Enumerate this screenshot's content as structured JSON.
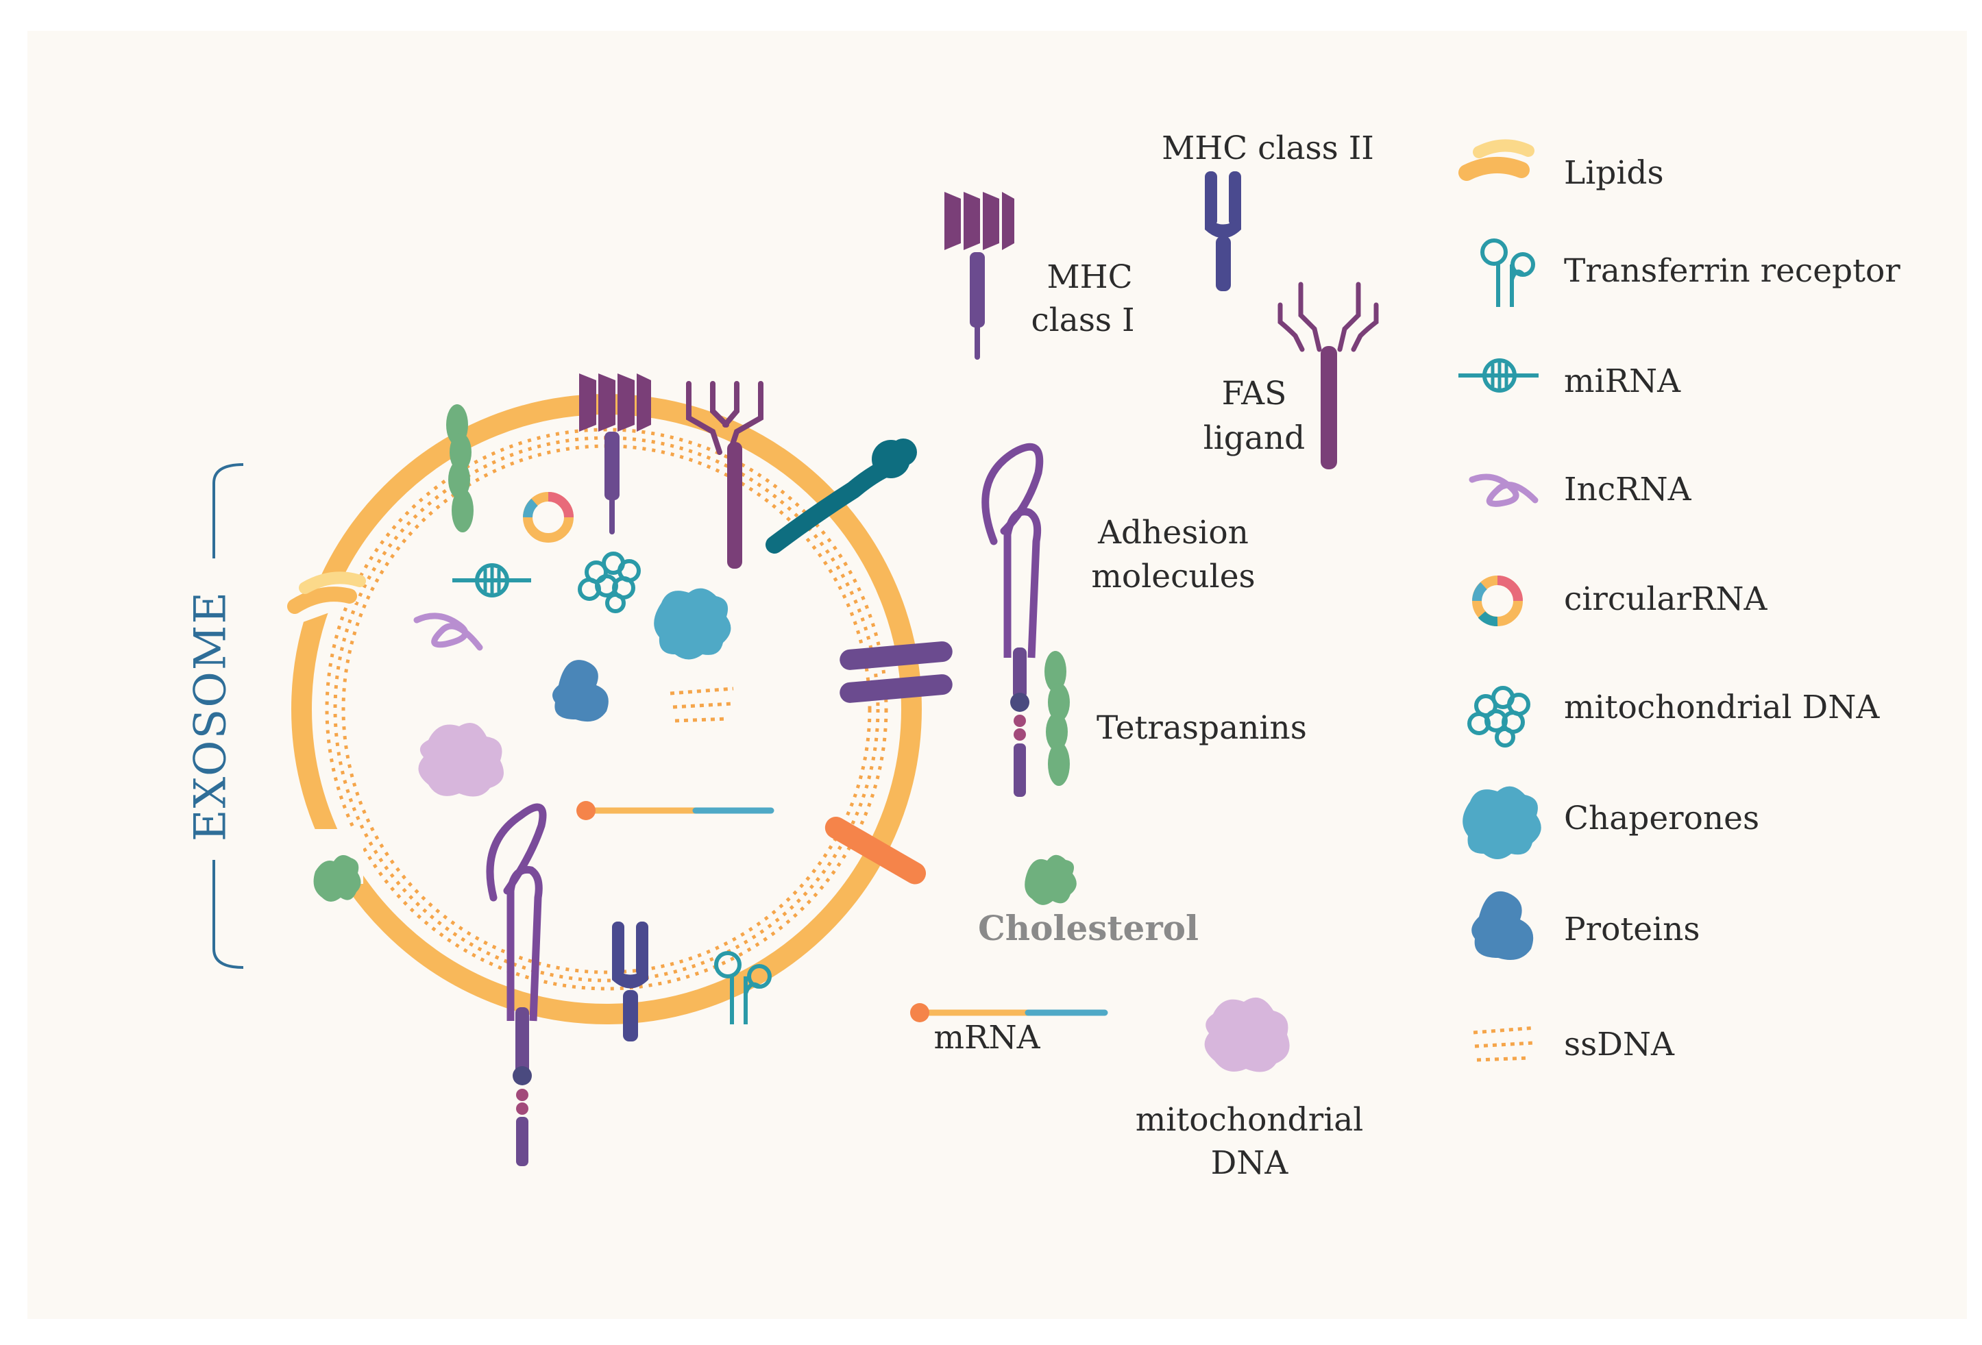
{
  "labels": {
    "exosome": "EXOSOME",
    "mhc_class_i_line1": "MHC",
    "mhc_class_i_line2": "class I",
    "mhc_class_ii": "MHC class II",
    "fas_line1": "FAS",
    "fas_line2": "ligand",
    "adhesion_line1": "Adhesion",
    "adhesion_line2": "molecules",
    "tetraspanins": "Tetraspanins",
    "cholesterol": "Cholesterol",
    "mrna": "mRNA",
    "mito_line1": "mitochondrial",
    "mito_line2": "DNA"
  },
  "legend": [
    {
      "icon": "lipids-icon",
      "label": "Lipids"
    },
    {
      "icon": "transferrin-receptor-icon",
      "label": "Transferrin receptor"
    },
    {
      "icon": "mirna-icon",
      "label": "miRNA"
    },
    {
      "icon": "lncrna-icon",
      "label": "IncRNA"
    },
    {
      "icon": "circular-rna-icon",
      "label": "circularRNA"
    },
    {
      "icon": "mitochondrial-dna-icon",
      "label": "mitochondrial DNA"
    },
    {
      "icon": "chaperones-icon",
      "label": "Chaperones"
    },
    {
      "icon": "proteins-icon",
      "label": "Proteins"
    },
    {
      "icon": "ssdna-icon",
      "label": "ssDNA"
    }
  ],
  "colors": {
    "membrane": "#f8b85a",
    "mhc_purple": "#7a3f78",
    "mhc_ii_blue": "#4a4a8f",
    "adhesion_purple": "#6b4b8f",
    "teal": "#2a9aa8",
    "dark_teal": "#0e6e80",
    "green": "#6fb07e",
    "chaperone_blue": "#4fa9c6",
    "protein_blue": "#4a86b8",
    "lavender": "#d7b6dc",
    "orange": "#f5844a",
    "lncrna": "#b88ed0",
    "exosome_label": "#2f6e98"
  }
}
